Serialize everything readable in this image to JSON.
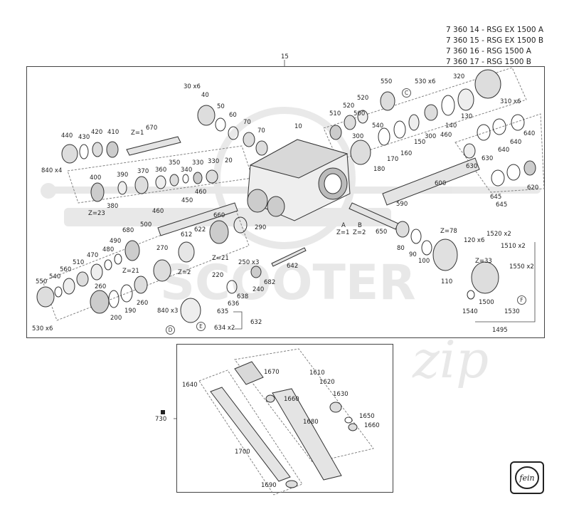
{
  "header": {
    "models": [
      "7 360 14 - RSG EX 1500 A",
      "7 360 15 - RSG EX 1500 B",
      "7 360 16 - RSG 1500 A",
      "7 360 17 - RSG 1500 B"
    ]
  },
  "watermark": {
    "text": "SCOOTER",
    "script": "zip"
  },
  "logo": {
    "text": "fein"
  },
  "labels": {
    "l15": "15",
    "l320": "320",
    "l310": "310 x6",
    "l130": "130",
    "l550a": "550",
    "l530a": "530 x6",
    "l520a": "520",
    "l510a": "510",
    "l540a": "540",
    "l500a": "500",
    "l140": "140",
    "l300a": "300",
    "l300b": "300",
    "l460a": "460",
    "l640a": "640",
    "l640b": "640",
    "l640c": "640",
    "l630a": "630",
    "l630b": "630",
    "l170": "170",
    "l160": "160",
    "l150": "150",
    "l180": "180",
    "l30x6": "30 x6",
    "l40": "40",
    "l50": "50",
    "l60": "60",
    "l70a": "70",
    "l70b": "70",
    "l10": "10",
    "l20": "20",
    "l440": "440",
    "l430": "430",
    "l420": "420",
    "l410": "410",
    "lz1a": "Z=1",
    "l670": "670",
    "l840x4": "840 x4",
    "l400": "400",
    "l390": "390",
    "l370": "370",
    "l360": "360",
    "l350": "350",
    "l340": "340",
    "l330a": "330",
    "l330b": "330",
    "l460b": "460",
    "l380": "380",
    "lz23": "Z=23",
    "l450": "450",
    "l460c": "460",
    "l500b": "500",
    "l660": "660",
    "l290": "290",
    "l612": "612",
    "l622": "622",
    "lz21a": "Z=21",
    "l680": "680",
    "l490": "490",
    "l480": "480",
    "l470": "470",
    "l270": "270",
    "lz21b": "Z=21",
    "lz2a": "Z=2",
    "l560": "560",
    "l540b": "540",
    "l510b": "510",
    "l550b": "550",
    "l260a": "260",
    "l260b": "260",
    "l200": "200",
    "l190": "190",
    "l530x6b": "530 x6",
    "l220": "220",
    "l250": "250 x3",
    "l636": "636",
    "l638": "638",
    "l240": "240",
    "l682": "682",
    "l642": "642",
    "l840x3": "840 x3",
    "l635": "635",
    "l634": "634 x2",
    "l632": "632",
    "l600": "600",
    "l590": "590",
    "l645a": "645",
    "l645b": "645",
    "l620": "620",
    "lA": "A",
    "lZ1b": "Z=1",
    "lB": "B",
    "lZ2b": "Z=2",
    "l650": "650",
    "l80": "80",
    "l90": "90",
    "l100": "100",
    "lz78": "Z=78",
    "l110": "110",
    "l120": "120 x6",
    "l1520": "1520 x2",
    "l1510": "1510 x2",
    "lz33": "Z=33",
    "l1550": "1550 x2",
    "l1500": "1500",
    "l1540": "1540",
    "l1530": "1530",
    "l1495": "1495",
    "l1640": "1640",
    "l1670": "1670",
    "l1660a": "1660",
    "l1610": "1610",
    "l1620": "1620",
    "l1630": "1630",
    "l1650": "1650",
    "l1660b": "1660",
    "l1680": "1680",
    "l1700": "1700",
    "l1690": "1690",
    "l730": "730"
  },
  "markers": {
    "c": "C",
    "d": "D",
    "e": "E",
    "f": "F"
  }
}
